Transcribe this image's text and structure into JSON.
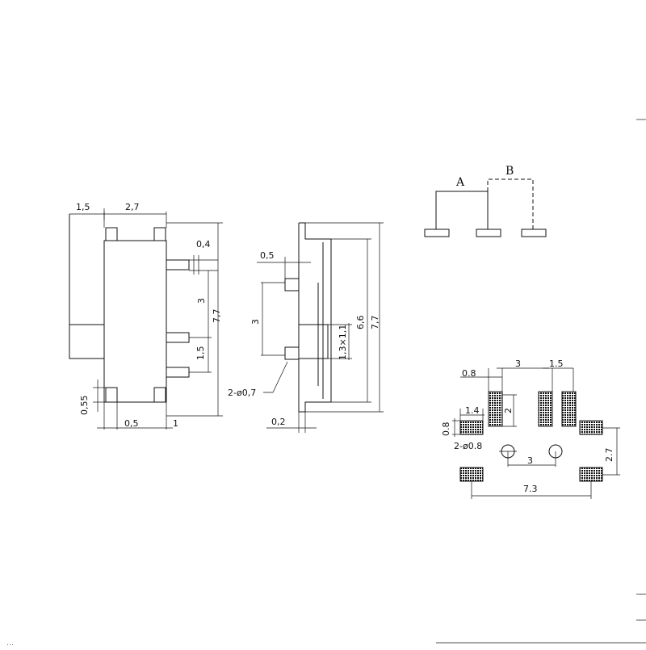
{
  "drawing": {
    "front_view": {
      "dims": {
        "d1": "1,5",
        "d2": "2,7",
        "d3": "0,4",
        "d4": "3",
        "d5": "7,7",
        "d6": "1,5",
        "d7": "0,55",
        "d8": "0,5",
        "d9": "1"
      }
    },
    "side_view": {
      "dims": {
        "d1": "0,5",
        "d2": "3",
        "d3": "6,6",
        "d4": "7,7",
        "d5": "1,3×1,1",
        "d6": "2-ø0,7",
        "d7": "0,2"
      }
    },
    "schematic": {
      "label_a": "A",
      "label_b": "B"
    },
    "footprint": {
      "dims": {
        "d1": "0.8",
        "d2": "3",
        "d3": "1.5",
        "d4": "1.4",
        "d5": "2",
        "d6": "0.8",
        "d7": "2-ø0.8",
        "d8": "3",
        "d9": "2.7",
        "d10": "7.3"
      }
    },
    "footer": {
      "text": "…"
    }
  }
}
